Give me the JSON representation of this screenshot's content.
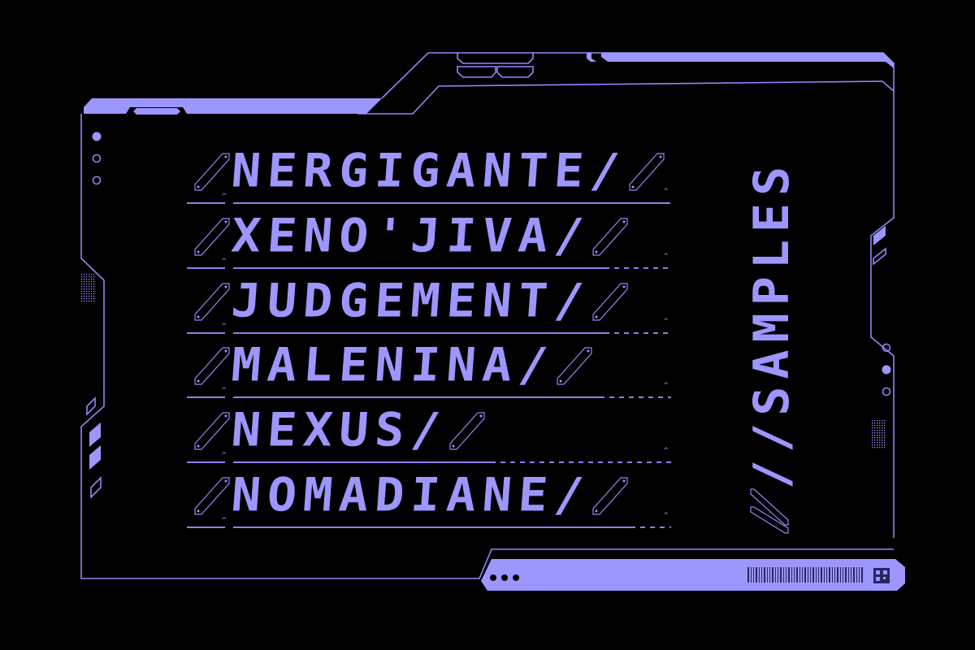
{
  "colors": {
    "accent": "#9c96ff",
    "background": "#000000"
  },
  "samples": [
    {
      "word": "NERGIGANTE/",
      "line_fraction": 1.0
    },
    {
      "word": "XENO'JIVA/",
      "line_fraction": 0.86
    },
    {
      "word": "JUDGEMENT/",
      "line_fraction": 0.86
    },
    {
      "word": "MALENINA/",
      "line_fraction": 0.85
    },
    {
      "word": "NEXUS/",
      "line_fraction": 0.6
    },
    {
      "word": "NOMADIANE/",
      "line_fraction": 0.92
    }
  ],
  "side_title": "//SAMPLES",
  "caret": "^",
  "footer": {
    "dots": 3,
    "barcode": "barcode-icon",
    "qr": "qr-code-icon"
  }
}
